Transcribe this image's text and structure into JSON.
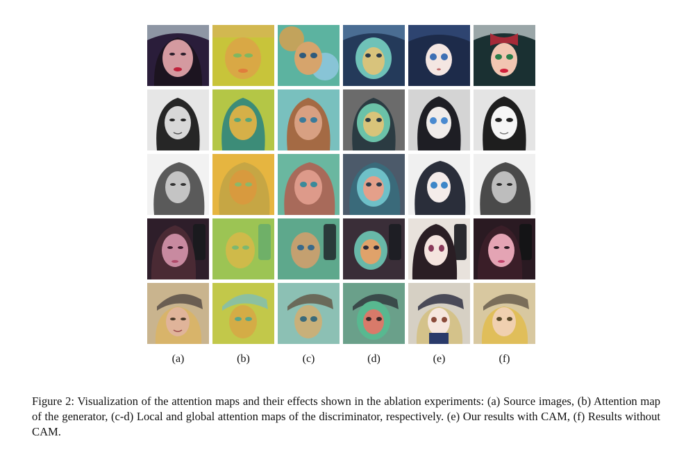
{
  "figure": {
    "column_labels": [
      "(a)",
      "(b)",
      "(c)",
      "(d)",
      "(e)",
      "(f)"
    ],
    "rows": [
      {
        "row": 1,
        "cells": [
          "photo-dark-hair-hat",
          "generator-attention-map",
          "local-discriminator-attention-map",
          "global-discriminator-attention-map",
          "result-with-cam",
          "result-without-cam"
        ]
      },
      {
        "row": 2,
        "cells": [
          "photo-grayscale",
          "generator-attention-map",
          "local-discriminator-attention-map",
          "global-discriminator-attention-map",
          "result-with-cam",
          "result-without-cam"
        ]
      },
      {
        "row": 3,
        "cells": [
          "photo-grayscale-wavy",
          "generator-attention-map",
          "local-discriminator-attention-map",
          "global-discriminator-attention-map",
          "result-with-cam",
          "result-without-cam"
        ]
      },
      {
        "row": 4,
        "cells": [
          "photo-selfie-phone",
          "generator-attention-map",
          "local-discriminator-attention-map",
          "global-discriminator-attention-map",
          "result-with-cam",
          "result-without-cam"
        ]
      },
      {
        "row": 5,
        "cells": [
          "photo-blonde-cap",
          "generator-attention-map",
          "local-discriminator-attention-map",
          "global-discriminator-attention-map",
          "result-with-cam",
          "result-without-cam"
        ]
      }
    ]
  },
  "caption": {
    "text": "Figure 2: Visualization of the attention maps and their effects shown in the ablation experiments: (a) Source images, (b) Attention map of the generator, (c-d) Local and global attention maps of the discriminator, respectively. (e) Our results with CAM, (f) Results without CAM."
  }
}
